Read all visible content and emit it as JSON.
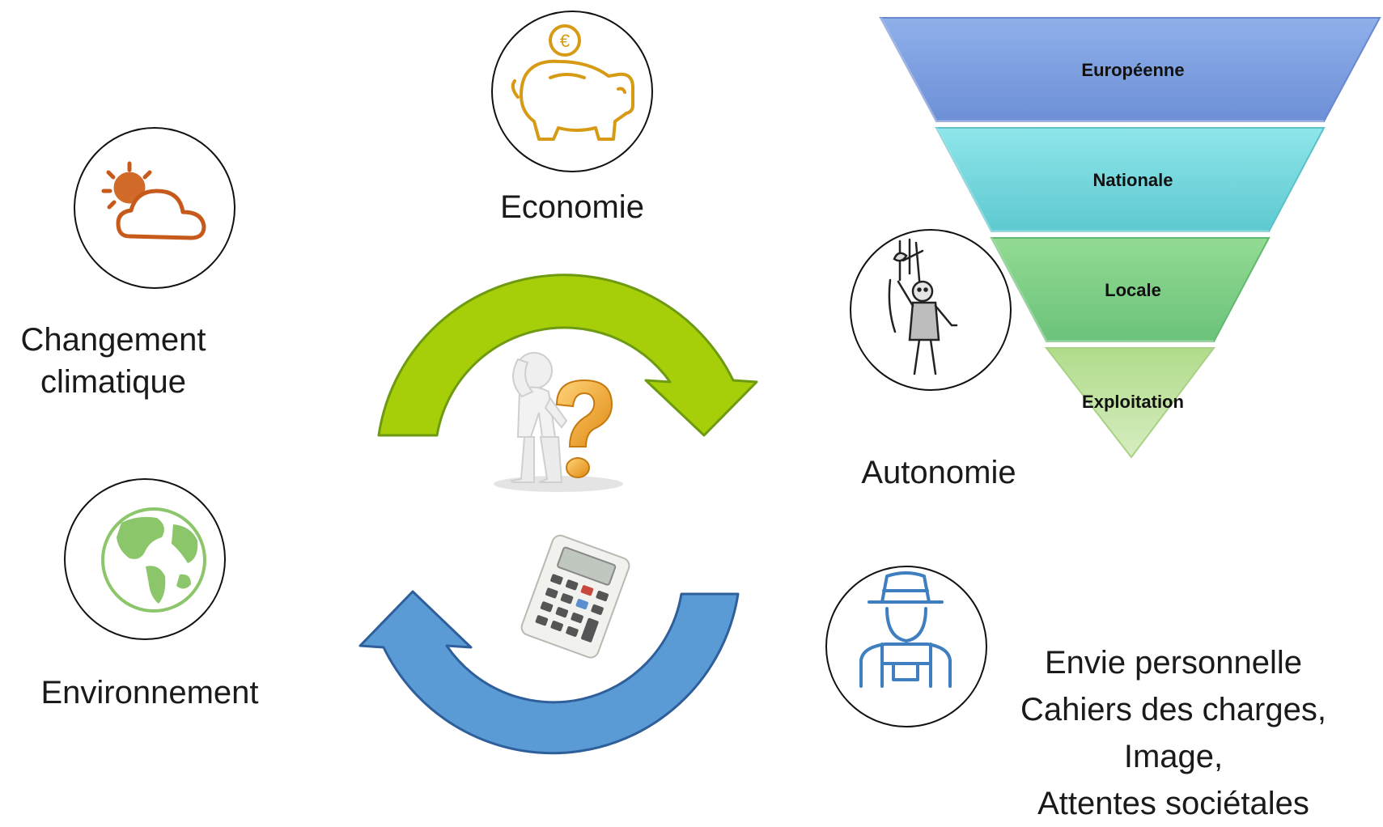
{
  "factors": {
    "climate": {
      "label_line1": "Changement",
      "label_line2": "climatique",
      "icon": "sun-cloud-icon"
    },
    "environment": {
      "label": "Environnement",
      "icon": "globe-icon"
    },
    "economy": {
      "label": "Economie",
      "icon": "piggy-bank-euro-icon"
    },
    "autonomy": {
      "label": "Autonomie",
      "icon": "puppet-icon"
    },
    "personal": {
      "icon": "farmer-icon",
      "lines": [
        "Envie personnelle",
        "Cahiers des charges,",
        "Image,",
        "Attentes sociétales"
      ]
    }
  },
  "pyramid": {
    "levels": [
      {
        "label": "Européenne",
        "color": "#7b9de0"
      },
      {
        "label": "Nationale",
        "color": "#6fd6dc"
      },
      {
        "label": "Locale",
        "color": "#7fcf86"
      },
      {
        "label": "Exploitation",
        "color": "#9ccf7a"
      }
    ]
  },
  "cycle": {
    "top_arrow_color": "#a6cf0a",
    "bottom_arrow_color": "#5b9bd5",
    "center_icons": [
      "thinking-person-question-icon",
      "calculator-icon"
    ]
  },
  "colors": {
    "economy_icon": "#d69a14",
    "climate_icon": "#c75a1a",
    "globe_icon": "#8cc66a",
    "farmer_icon": "#3f7fbf"
  }
}
